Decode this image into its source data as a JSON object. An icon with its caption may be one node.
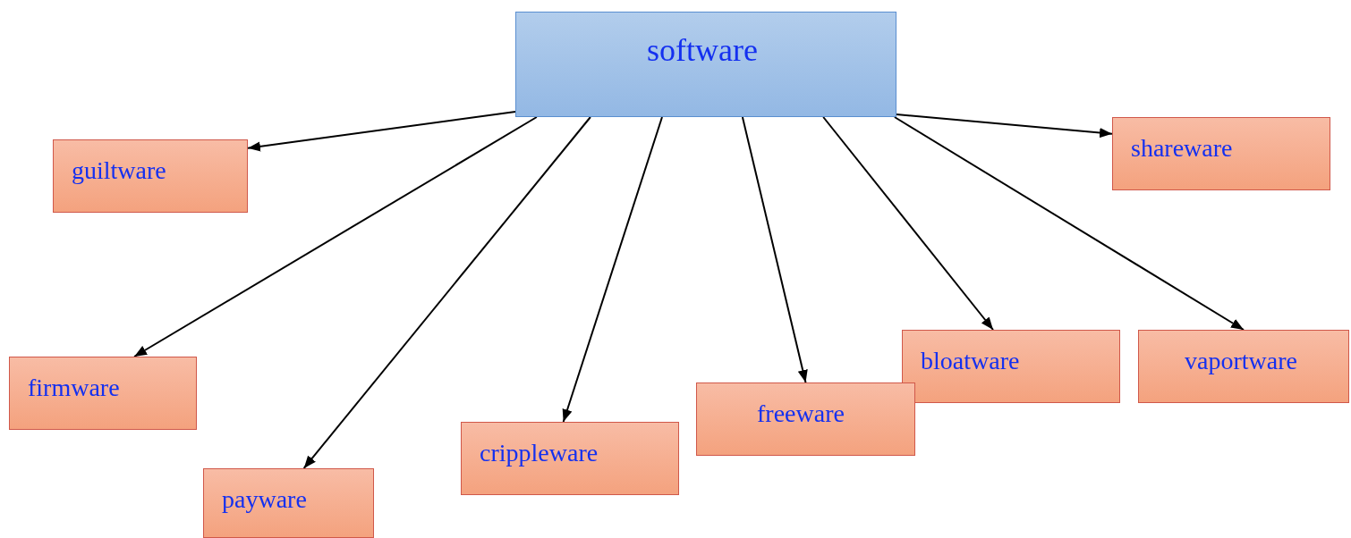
{
  "diagram": {
    "nodes": [
      {
        "text": [
          "software"
        ]
      },
      {
        "text": [
          "shareware"
        ]
      },
      {
        "text": [
          "guiltware"
        ]
      },
      {
        "text": [
          "bloatware"
        ]
      },
      {
        "text": [
          "vaportware"
        ]
      },
      {
        "text": [
          "firmware"
        ]
      },
      {
        "text": [
          "freeware"
        ]
      },
      {
        "text": [
          "crippleware"
        ]
      },
      {
        "text": [
          "payware"
        ]
      }
    ],
    "edges": [
      {
        "from": 0,
        "to": 2,
        "arrow": "to"
      },
      {
        "from": 0,
        "to": 1,
        "arrow": "to"
      },
      {
        "from": 0,
        "to": 5,
        "arrow": "to"
      },
      {
        "from": 0,
        "to": 8,
        "arrow": "to"
      },
      {
        "from": 0,
        "to": 7,
        "arrow": "to"
      },
      {
        "from": 0,
        "to": 6,
        "arrow": "to"
      },
      {
        "from": 0,
        "to": 3,
        "arrow": "to"
      },
      {
        "from": 0,
        "to": 4,
        "arrow": "to"
      }
    ]
  }
}
